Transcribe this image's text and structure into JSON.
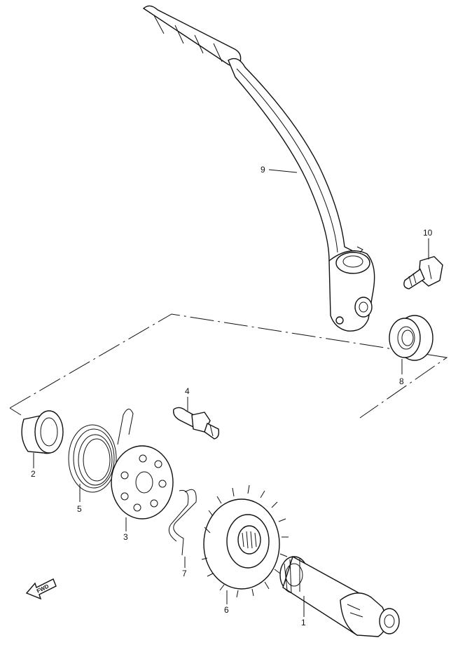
{
  "diagram": {
    "callouts": {
      "c1": "1",
      "c2": "2",
      "c3": "3",
      "c4": "4",
      "c5": "5",
      "c6": "6",
      "c7": "7",
      "c8": "8",
      "c9": "9",
      "c10": "10"
    },
    "fwd_label": "FWD"
  }
}
